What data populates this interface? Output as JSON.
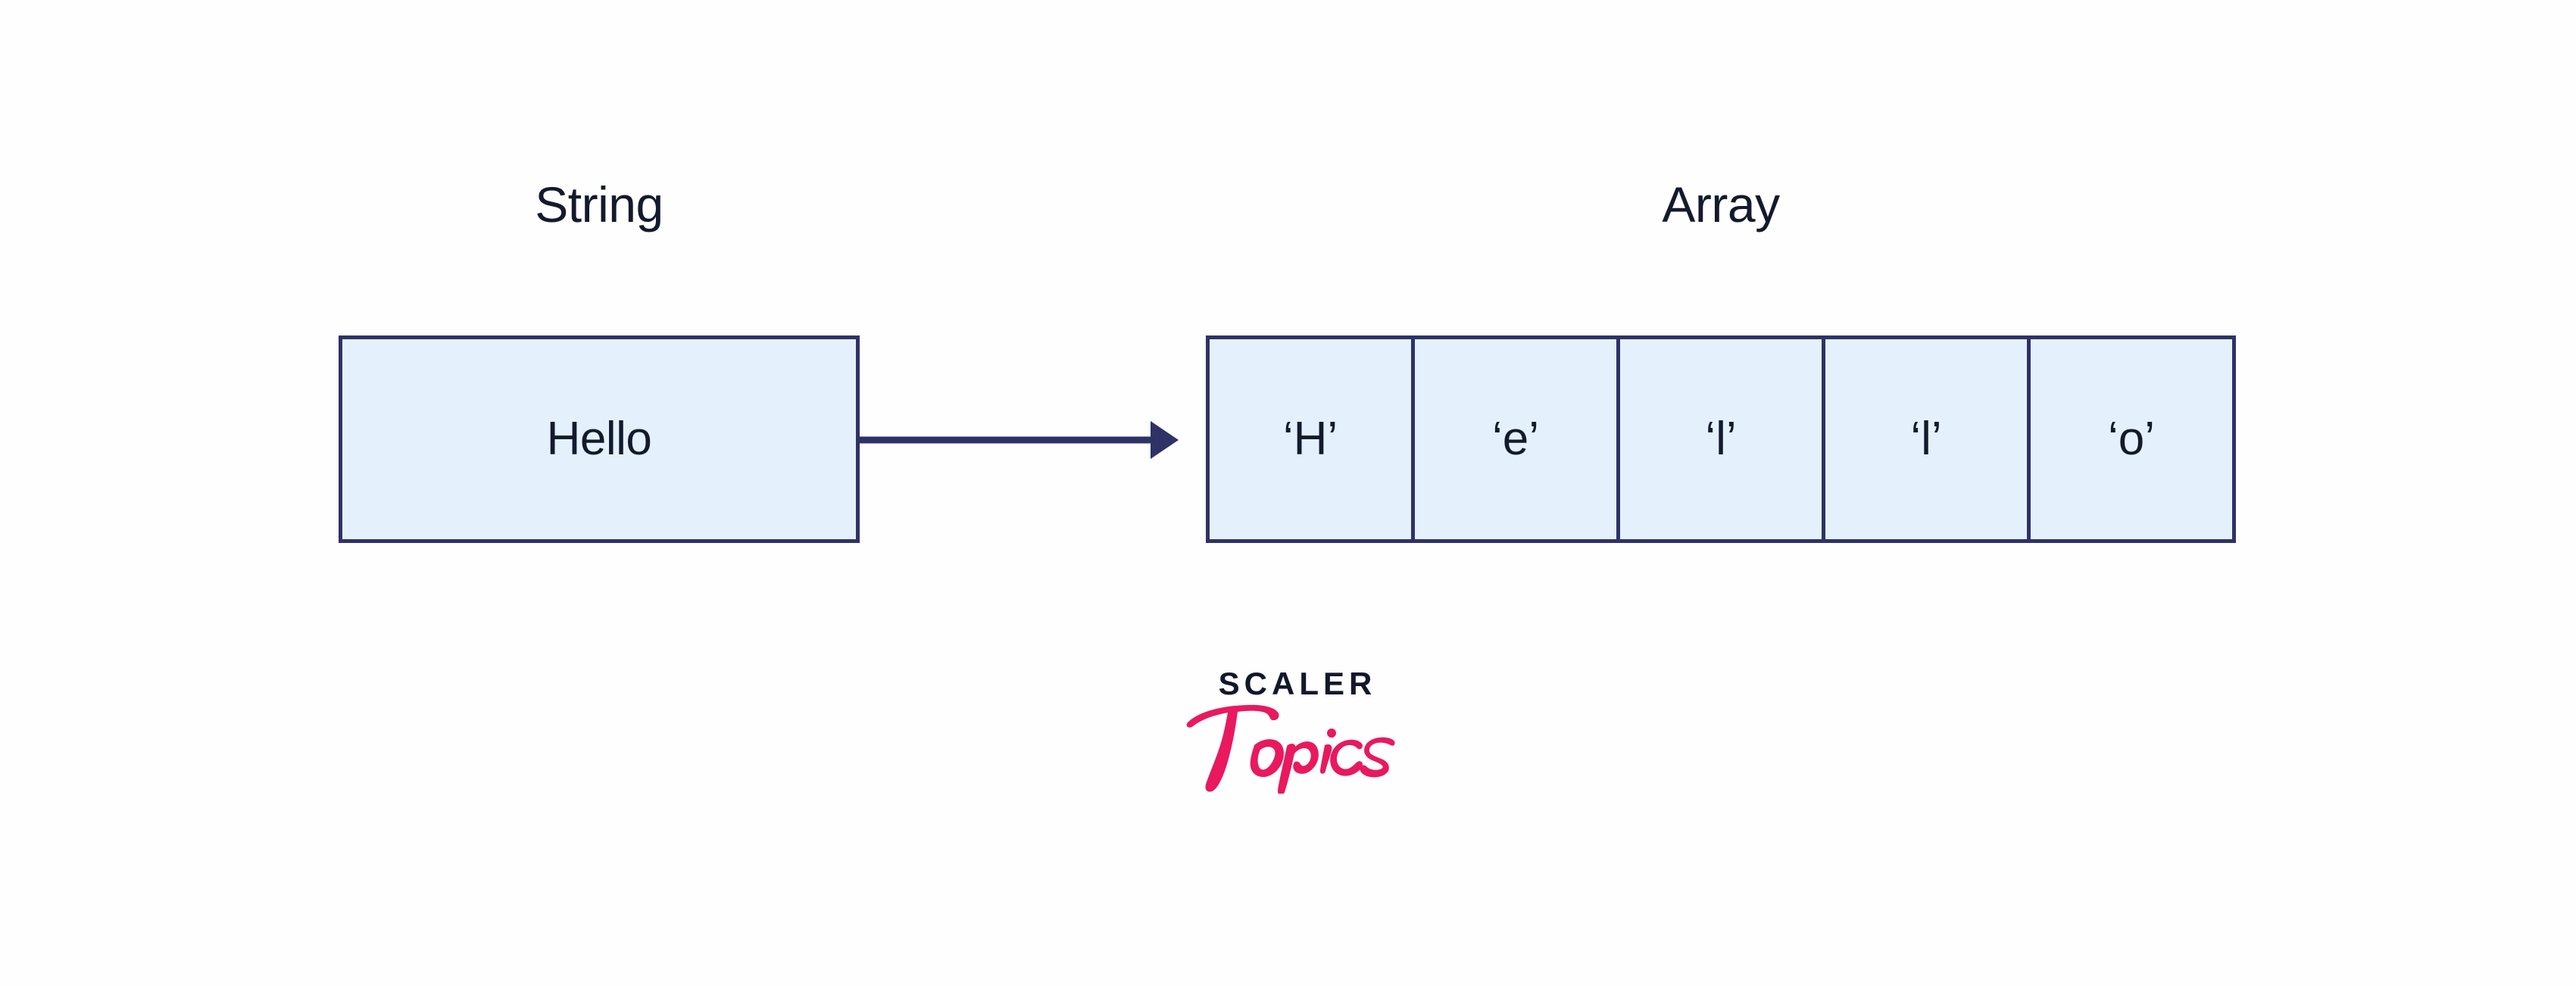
{
  "diagram": {
    "title": "String to character array representation",
    "background_color": "#fefeff",
    "box_fill_color": "#e4f1fc",
    "box_border_color": "#2e3267",
    "text_color": "#141a2e",
    "accent_pink": "#e8195f"
  },
  "string_side": {
    "label": "String",
    "value": "Hello"
  },
  "connector": {
    "icon": "arrow-right-icon",
    "direction": "right",
    "color": "#2e3267"
  },
  "array_side": {
    "label": "Array",
    "cells": [
      {
        "text": "‘H’",
        "char": "H",
        "index": 0
      },
      {
        "text": "‘e’",
        "char": "e",
        "index": 1
      },
      {
        "text": "‘l’",
        "char": "l",
        "index": 2
      },
      {
        "text": "‘l’",
        "char": "l",
        "index": 3
      },
      {
        "text": "‘o’",
        "char": "o",
        "index": 4
      }
    ]
  },
  "logo": {
    "wordmark": "SCALER",
    "script": "Topics",
    "wordmark_color": "#12182b",
    "script_color": "#e8195f"
  }
}
